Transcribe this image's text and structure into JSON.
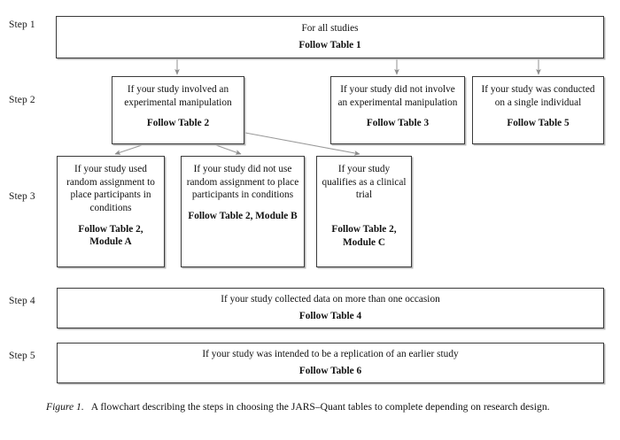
{
  "figure": {
    "caption_label": "Figure 1.",
    "caption_text": "A flowchart describing the steps in choosing the JARS–Quant tables to complete depending on research design."
  },
  "steps": [
    {
      "label": "Step 1"
    },
    {
      "label": "Step 2"
    },
    {
      "label": "Step 3"
    },
    {
      "label": "Step 4"
    },
    {
      "label": "Step 5"
    }
  ],
  "nodes": {
    "step1_all_studies": {
      "condition": "For all studies",
      "follow": "Follow Table 1"
    },
    "step2_experimental": {
      "condition": "If your study involved an experimental manipulation",
      "follow": "Follow Table 2"
    },
    "step2_not_experimental": {
      "condition": "If your study did not involve an experimental manipulation",
      "follow": "Follow Table 3"
    },
    "step2_single_individual": {
      "condition": "If your study was conducted on a single individual",
      "follow": "Follow Table 5"
    },
    "step3_random_assignment": {
      "condition": "If your study used random assignment to place participants in conditions",
      "follow": "Follow Table 2, Module A"
    },
    "step3_no_random_assignment": {
      "condition": "If your study did not use random assignment to place participants in conditions",
      "follow": "Follow Table 2, Module B"
    },
    "step3_clinical_trial": {
      "condition": "If your study qualifies as a clinical trial",
      "follow": "Follow Table 2, Module C"
    },
    "step4_multiple_occasions": {
      "condition": "If your study collected data on more than one occasion",
      "follow": "Follow Table 4"
    },
    "step5_replication": {
      "condition": "If your study was intended to be a replication of an earlier study",
      "follow": "Follow Table 6"
    }
  },
  "colors": {
    "box_border": "#3a3a3a",
    "box_shadow": "#b8b8b8",
    "arrow": "#888888",
    "text": "#111111",
    "background": "#ffffff"
  }
}
